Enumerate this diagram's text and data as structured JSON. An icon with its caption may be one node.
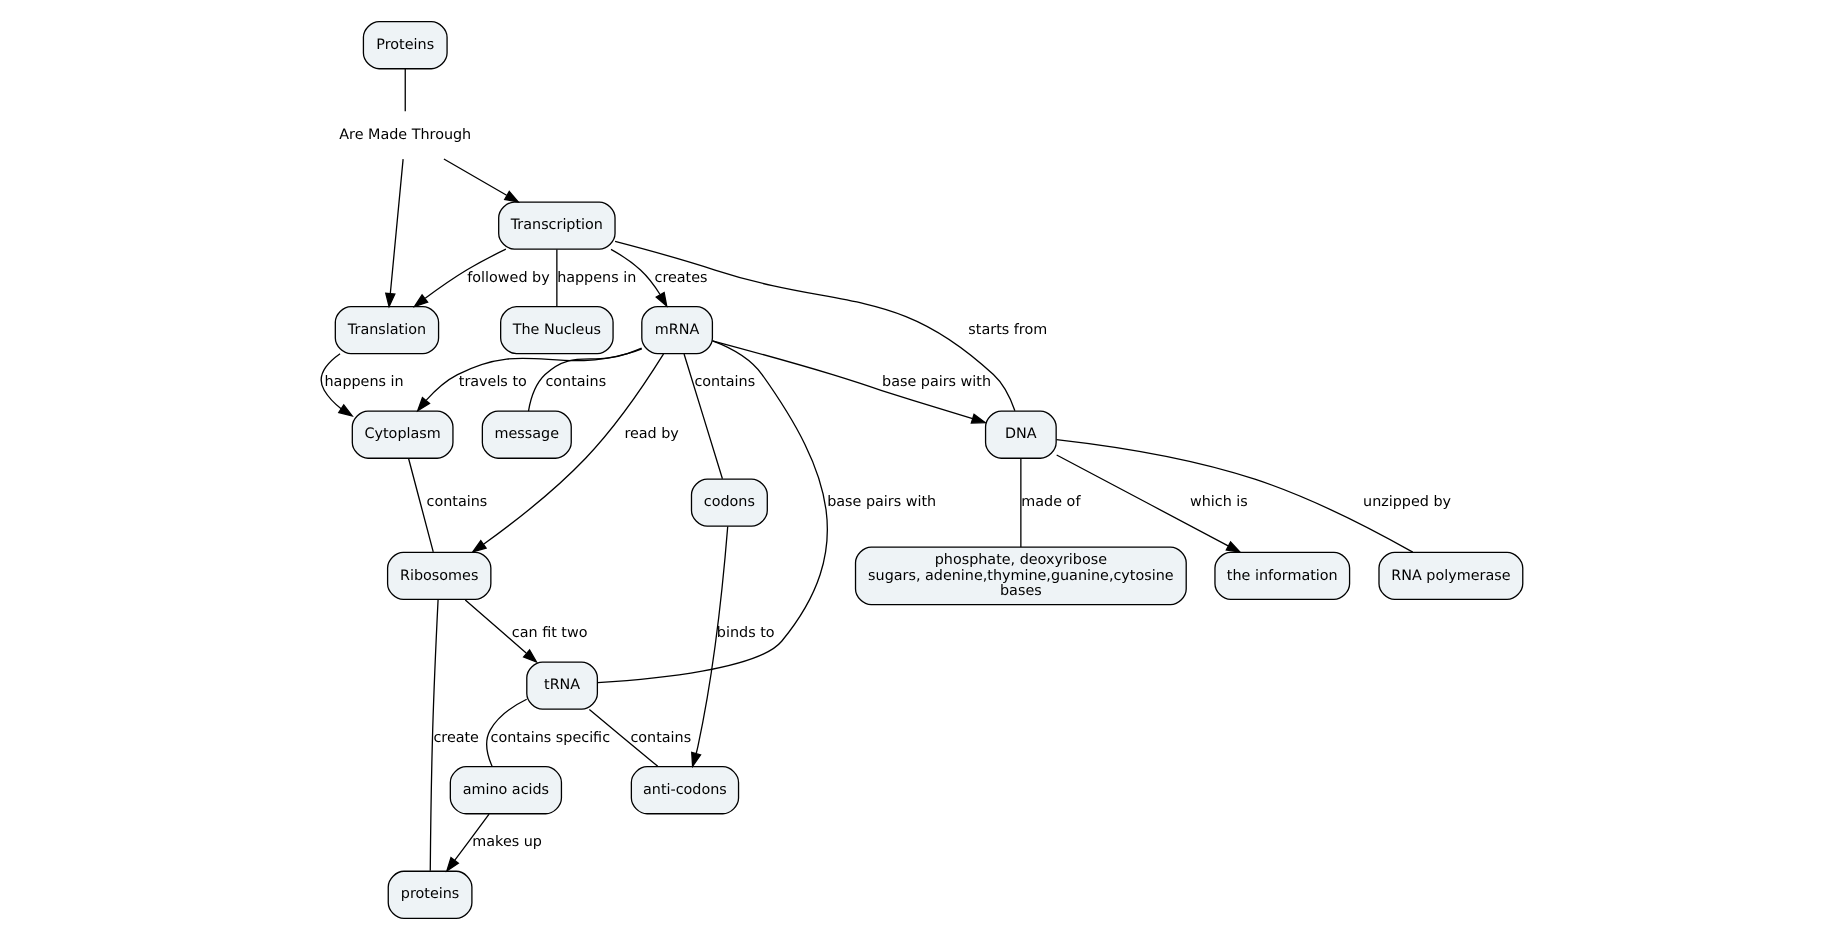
{
  "diagram": {
    "nodes": [
      {
        "text": [
          "Proteins"
        ]
      },
      {
        "text": [
          "Are Made Through"
        ]
      },
      {
        "text": [
          "Transcription"
        ]
      },
      {
        "text": [
          "Translation"
        ]
      },
      {
        "text": [
          "Cytoplasm"
        ]
      },
      {
        "text": [
          "The Nucleus"
        ]
      },
      {
        "text": [
          "DNA"
        ]
      },
      {
        "text": [
          "mRNA"
        ]
      },
      {
        "text": [
          "Ribosomes"
        ]
      },
      {
        "text": [
          "the information"
        ]
      },
      {
        "text": [
          "RNA polymerase"
        ]
      },
      {
        "text": [
          "phosphate, deoxyribose sugars, adenine,thymine,guanine,cytosine bases"
        ]
      },
      {
        "text": [
          "tRNA"
        ]
      },
      {
        "text": [
          "codons"
        ]
      },
      {
        "text": [
          "message"
        ]
      },
      {
        "text": [
          "anti-codons"
        ]
      },
      {
        "text": [
          "amino acids"
        ]
      },
      {
        "text": [
          "proteins"
        ]
      }
    ],
    "edges": [
      {
        "from": 0,
        "to": 1,
        "arrow": "none"
      },
      {
        "from": 1,
        "to": 2,
        "arrow": "to"
      },
      {
        "from": 1,
        "to": 3,
        "arrow": "to"
      },
      {
        "from": 2,
        "to": 3,
        "arrow": "to",
        "label": "followed by"
      },
      {
        "from": 3,
        "to": 4,
        "arrow": "to",
        "label": "happens in"
      },
      {
        "from": 2,
        "to": 5,
        "arrow": "none",
        "label": "happens in"
      },
      {
        "from": 2,
        "to": 6,
        "arrow": "none",
        "label": "starts from"
      },
      {
        "from": 2,
        "to": 7,
        "arrow": "to",
        "label": "creates"
      },
      {
        "from": 7,
        "to": 6,
        "arrow": "to",
        "label": "base pairs with"
      },
      {
        "from": 7,
        "to": 4,
        "arrow": "to",
        "label": "travels to"
      },
      {
        "from": 4,
        "to": 8,
        "arrow": "none",
        "label": "contains"
      },
      {
        "from": 7,
        "to": 8,
        "arrow": "to",
        "label": "read by"
      },
      {
        "from": 6,
        "to": 9,
        "arrow": "to",
        "label": "which is"
      },
      {
        "from": 6,
        "to": 10,
        "arrow": "none",
        "label": "unzipped by"
      },
      {
        "from": 6,
        "to": 11,
        "arrow": "none",
        "label": "made of"
      },
      {
        "from": 7,
        "to": 12,
        "arrow": "none",
        "label": "base pairs with"
      },
      {
        "from": 7,
        "to": 13,
        "arrow": "none",
        "label": "contains"
      },
      {
        "from": 7,
        "to": 14,
        "arrow": "none",
        "label": "contains"
      },
      {
        "from": 8,
        "to": 12,
        "arrow": "to",
        "label": "can fit two"
      },
      {
        "from": 13,
        "to": 15,
        "arrow": "to",
        "label": "binds to"
      },
      {
        "from": 12,
        "to": 15,
        "arrow": "none",
        "label": "contains"
      },
      {
        "from": 12,
        "to": 16,
        "arrow": "none",
        "label": "contains specific"
      },
      {
        "from": 16,
        "to": 17,
        "arrow": "to",
        "label": "makes up"
      },
      {
        "from": 8,
        "to": 17,
        "arrow": "none",
        "label": "create"
      }
    ]
  }
}
